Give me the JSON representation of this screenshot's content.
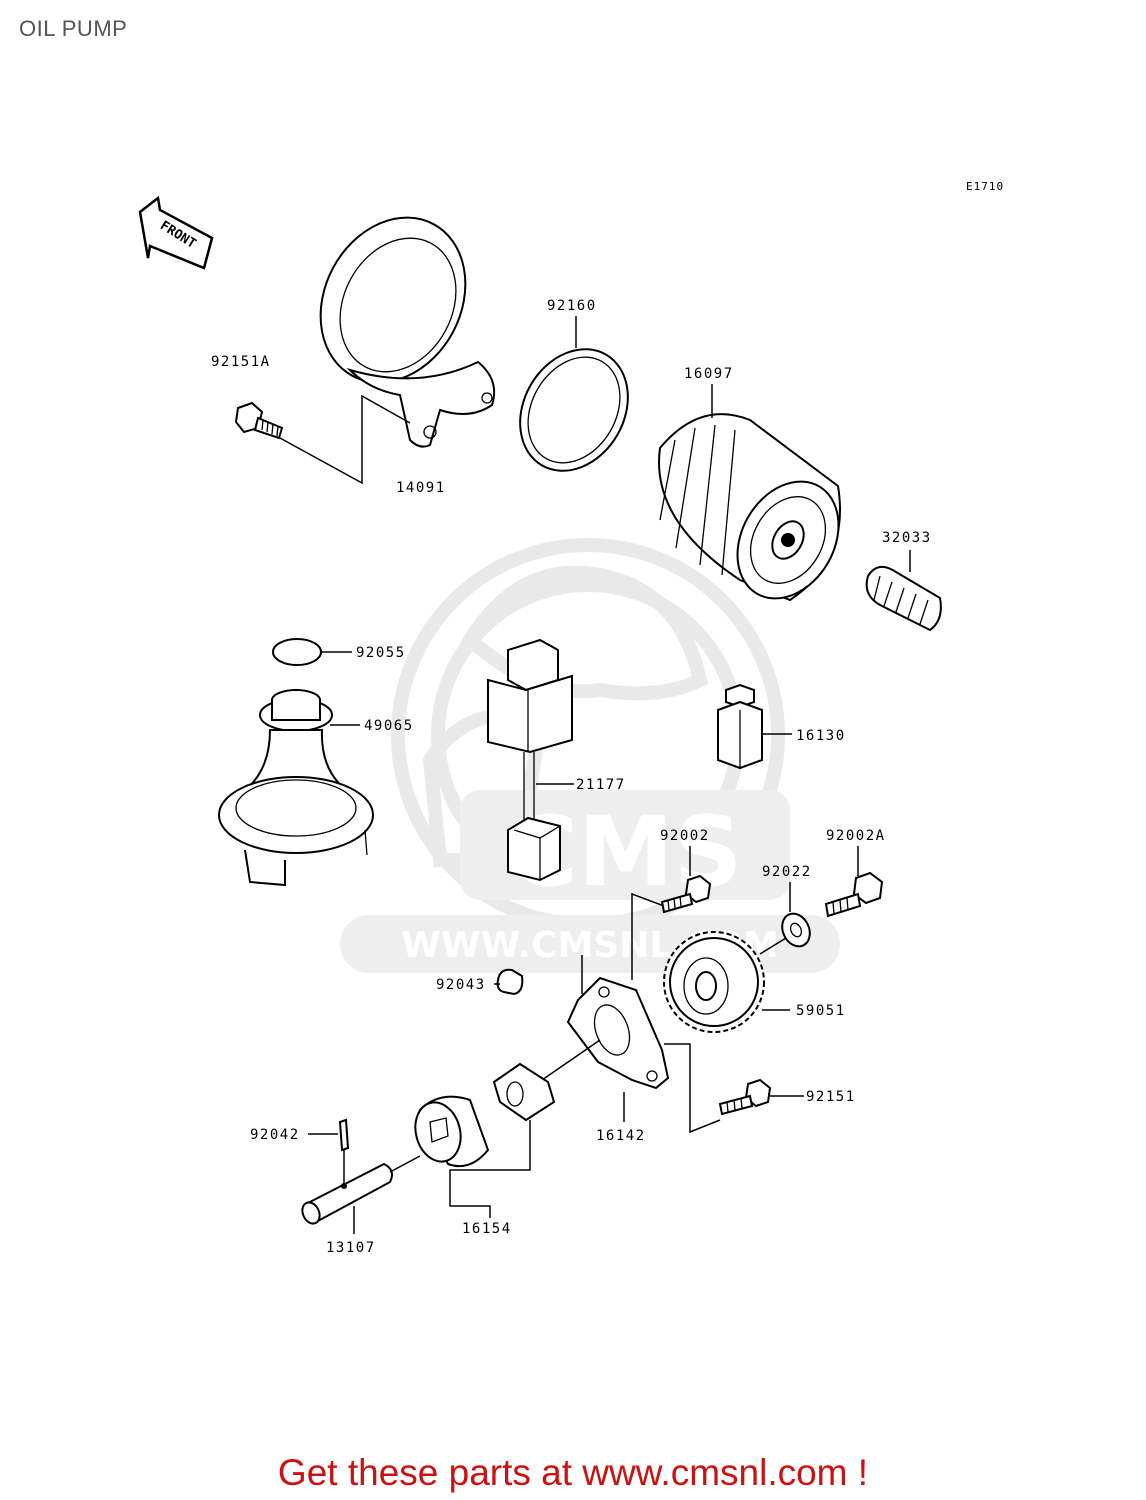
{
  "page": {
    "title": "OIL PUMP"
  },
  "diagram": {
    "code": "E1710",
    "front_arrow_label": "FRONT",
    "watermark": {
      "brand": "CMS",
      "url": "WWW.CMSNL.COM"
    },
    "parts": {
      "p92151A": "92151A",
      "p14091": "14091",
      "p92160": "92160",
      "p16097": "16097",
      "p32033": "32033",
      "p92055": "92055",
      "p49065": "49065",
      "p21177": "21177",
      "p16130": "16130",
      "p92002": "92002",
      "p92002A": "92002A",
      "p92022": "92022",
      "p92043": "92043",
      "p59051": "59051",
      "p92151": "92151",
      "p16142": "16142",
      "p92042": "92042",
      "p16154": "16154",
      "p13107": "13107"
    }
  },
  "footer": {
    "promo": "Get these parts at www.cmsnl.com !"
  }
}
